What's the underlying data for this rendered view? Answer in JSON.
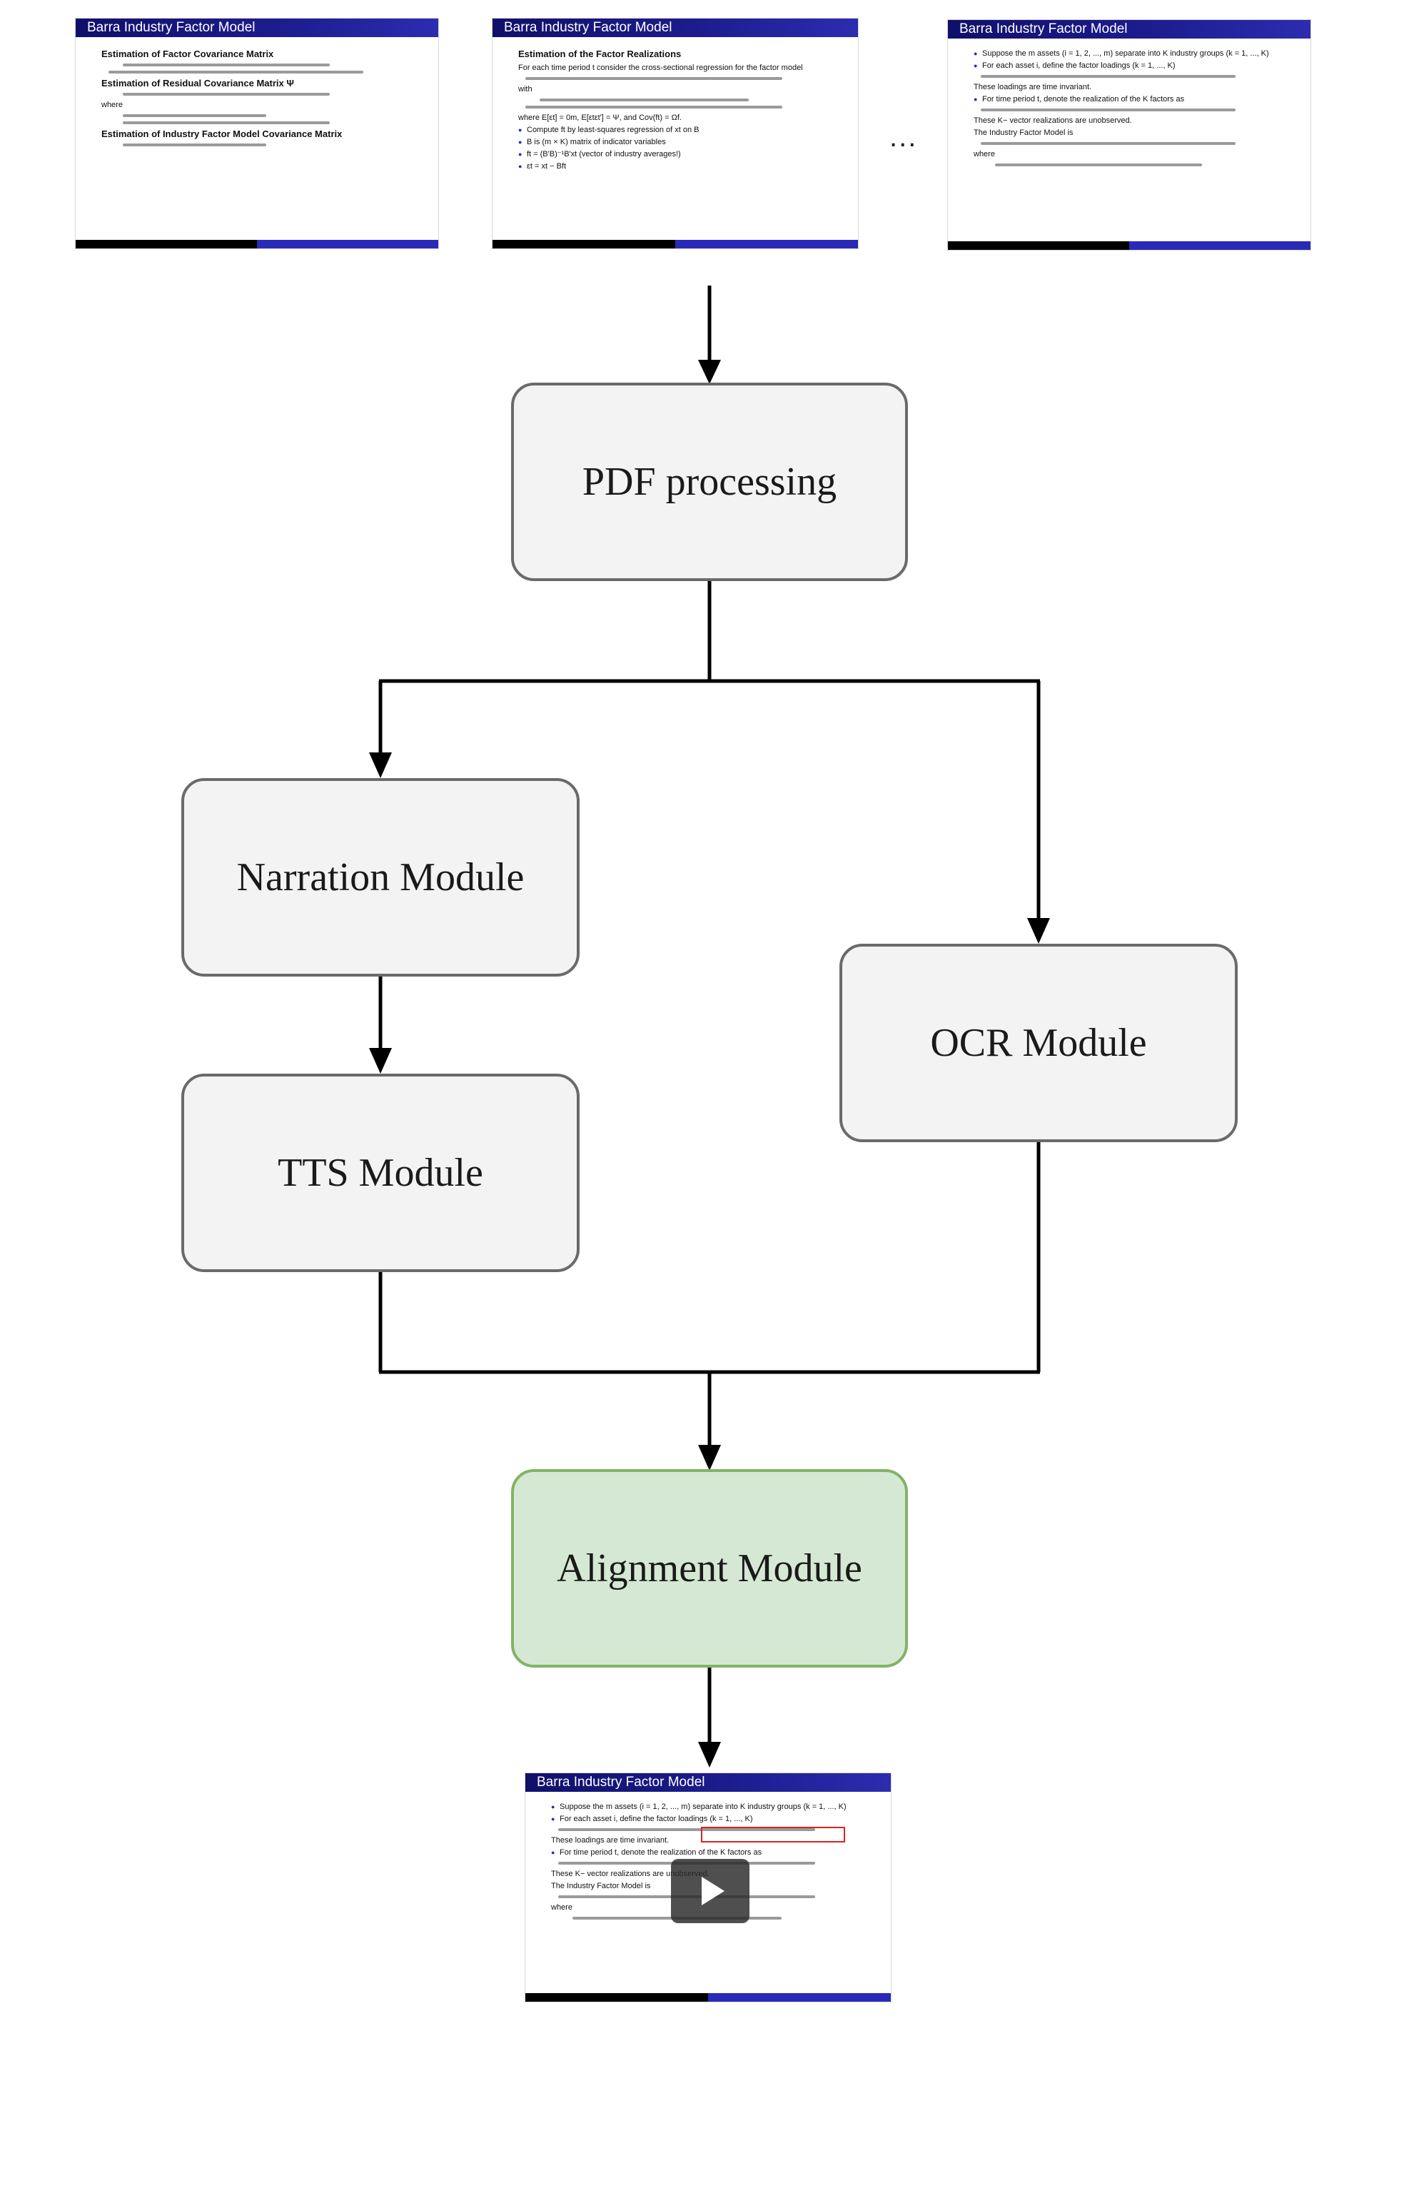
{
  "input_slides": [
    {
      "title": "Barra Industry Factor Model",
      "lines": [
        {
          "kind": "head",
          "text": "Estimation of Factor Covariance Matrix"
        },
        {
          "kind": "math"
        },
        {
          "kind": "math"
        },
        {
          "kind": "head",
          "text": "Estimation of Residual Covariance Matrix Ψ"
        },
        {
          "kind": "math"
        },
        {
          "kind": "text",
          "text": "where"
        },
        {
          "kind": "math"
        },
        {
          "kind": "math"
        },
        {
          "kind": "head",
          "text": "Estimation of Industry Factor Model Covariance Matrix"
        },
        {
          "kind": "math"
        }
      ]
    },
    {
      "title": "Barra Industry Factor Model",
      "lines": [
        {
          "kind": "head",
          "text": "Estimation of the Factor Realizations"
        },
        {
          "kind": "text",
          "text": "For each time period t consider the cross-sectional regression for the factor model"
        },
        {
          "kind": "math"
        },
        {
          "kind": "text",
          "text": "with"
        },
        {
          "kind": "math"
        },
        {
          "kind": "math"
        },
        {
          "kind": "text",
          "text": "where E[εt] = 0m, E[εtεt'] = Ψ, and Cov(ft) = Ωf."
        },
        {
          "kind": "bullet",
          "text": "Compute ft by least-squares regression of xt on B"
        },
        {
          "kind": "bullet",
          "text": "B is (m × K) matrix of indicator variables"
        },
        {
          "kind": "bullet",
          "text": "ft = (B'B)⁻¹B'xt (vector of industry averages!)"
        },
        {
          "kind": "bullet",
          "text": "εt = xt − Bft"
        }
      ]
    },
    {
      "title": "Barra Industry Factor Model",
      "lines": [
        {
          "kind": "bullet",
          "text": "Suppose the m assets (i = 1, 2, ..., m) separate into K industry groups (k = 1, ..., K)"
        },
        {
          "kind": "bullet",
          "text": "For each asset i, define the factor loadings (k = 1, ..., K)"
        },
        {
          "kind": "math"
        },
        {
          "kind": "text",
          "text": "These loadings are time invariant."
        },
        {
          "kind": "bullet",
          "text": "For time period t, denote the realization of the K factors as"
        },
        {
          "kind": "math"
        },
        {
          "kind": "text",
          "text": "These K− vector realizations are unobserved."
        },
        {
          "kind": "text",
          "text": "The Industry Factor Model is"
        },
        {
          "kind": "math"
        },
        {
          "kind": "text",
          "text": "where"
        },
        {
          "kind": "math"
        }
      ]
    }
  ],
  "ellipsis": "...",
  "nodes": {
    "pdf": {
      "label": "PDF processing"
    },
    "narration": {
      "label": "Narration Module"
    },
    "tts": {
      "label": "TTS Module"
    },
    "ocr": {
      "label": "OCR Module"
    },
    "alignment": {
      "label": "Alignment Module"
    }
  },
  "output_slide": {
    "title": "Barra Industry Factor Model",
    "lines": [
      {
        "kind": "bullet",
        "text": "Suppose the m assets (i = 1, 2, ..., m) separate into K industry groups (k = 1, ..., K)"
      },
      {
        "kind": "bullet",
        "text": "For each asset i, define the factor loadings (k = 1, ..., K)"
      },
      {
        "kind": "math"
      },
      {
        "kind": "text",
        "text": "These loadings are time invariant."
      },
      {
        "kind": "bullet",
        "text": "For time period t, denote the realization of the K factors as"
      },
      {
        "kind": "math"
      },
      {
        "kind": "text",
        "text": "These K− vector realizations are unobserved."
      },
      {
        "kind": "text",
        "text": "The Industry Factor Model is"
      },
      {
        "kind": "math"
      },
      {
        "kind": "text",
        "text": "where"
      },
      {
        "kind": "math"
      }
    ],
    "highlight_text": "factor loadings (k = 1, ..., K)",
    "play_button": "play-icon"
  },
  "colors": {
    "node_fill": "#f3f3f3",
    "node_border": "#6a6a6a",
    "alignment_fill": "#d5e8d4",
    "alignment_border": "#82b366",
    "slide_title_bar": "#1c1c8e",
    "highlight": "#e02020"
  }
}
